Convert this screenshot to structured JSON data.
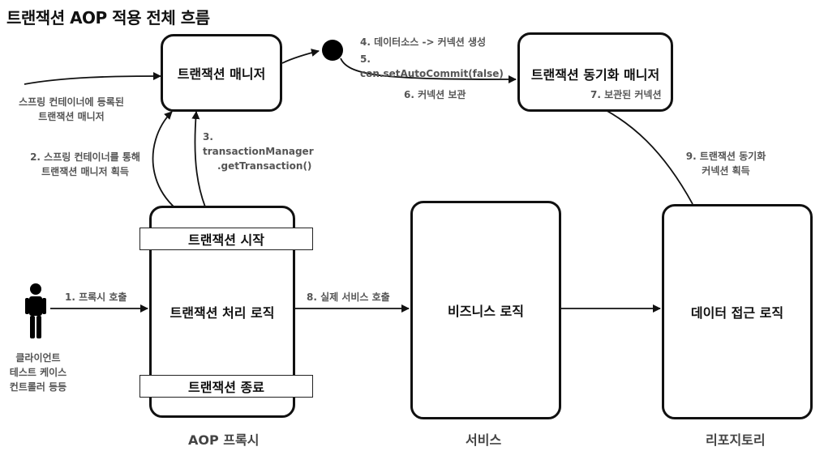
{
  "title": "트랜잭션 AOP 적용 전체 흐름",
  "boxes": {
    "transaction_manager": "트랜잭션 매니저",
    "sync_manager": "트랜잭션 동기화 매니저",
    "aop_proxy_logic": "트랜잭션 처리 로직",
    "service_logic": "비즈니스 로직",
    "repository_logic": "데이터 접근 로직"
  },
  "bars": {
    "tx_start": "트랜잭션 시작",
    "tx_end": "트랜잭션 종료"
  },
  "bottom_labels": {
    "aop_proxy": "AOP 프록시",
    "service": "서비스",
    "repository": "리포지토리"
  },
  "notes": {
    "spring_container_line1": "스프링 컨테이너에 등록된",
    "spring_container_line2": "트랜잭션 매니저",
    "step2_line1": "2. 스프링 컨테이너를 통해",
    "step2_line2": "트랜잭션 매니저 획득",
    "step3_line1": "3. transactionManager",
    "step3_line2": ".getTransaction()",
    "step4": "4. 데이터소스 -> 커넥션 생성",
    "step5": "5. con.setAutoCommit(false)",
    "step6": "6. 커넥션 보관",
    "step7": "7. 보관된 커넥션",
    "step9_line1": "9. 트랜잭션 동기화",
    "step9_line2": "커넥션 획득",
    "step1": "1. 프록시 호출",
    "step8": "8. 실제 서비스 호출"
  },
  "client": {
    "line1": "클라이언트",
    "line2": "테스트 케이스",
    "line3": "컨트롤러 등등"
  },
  "icons": [
    "person-icon",
    "connection-dot-icon"
  ]
}
